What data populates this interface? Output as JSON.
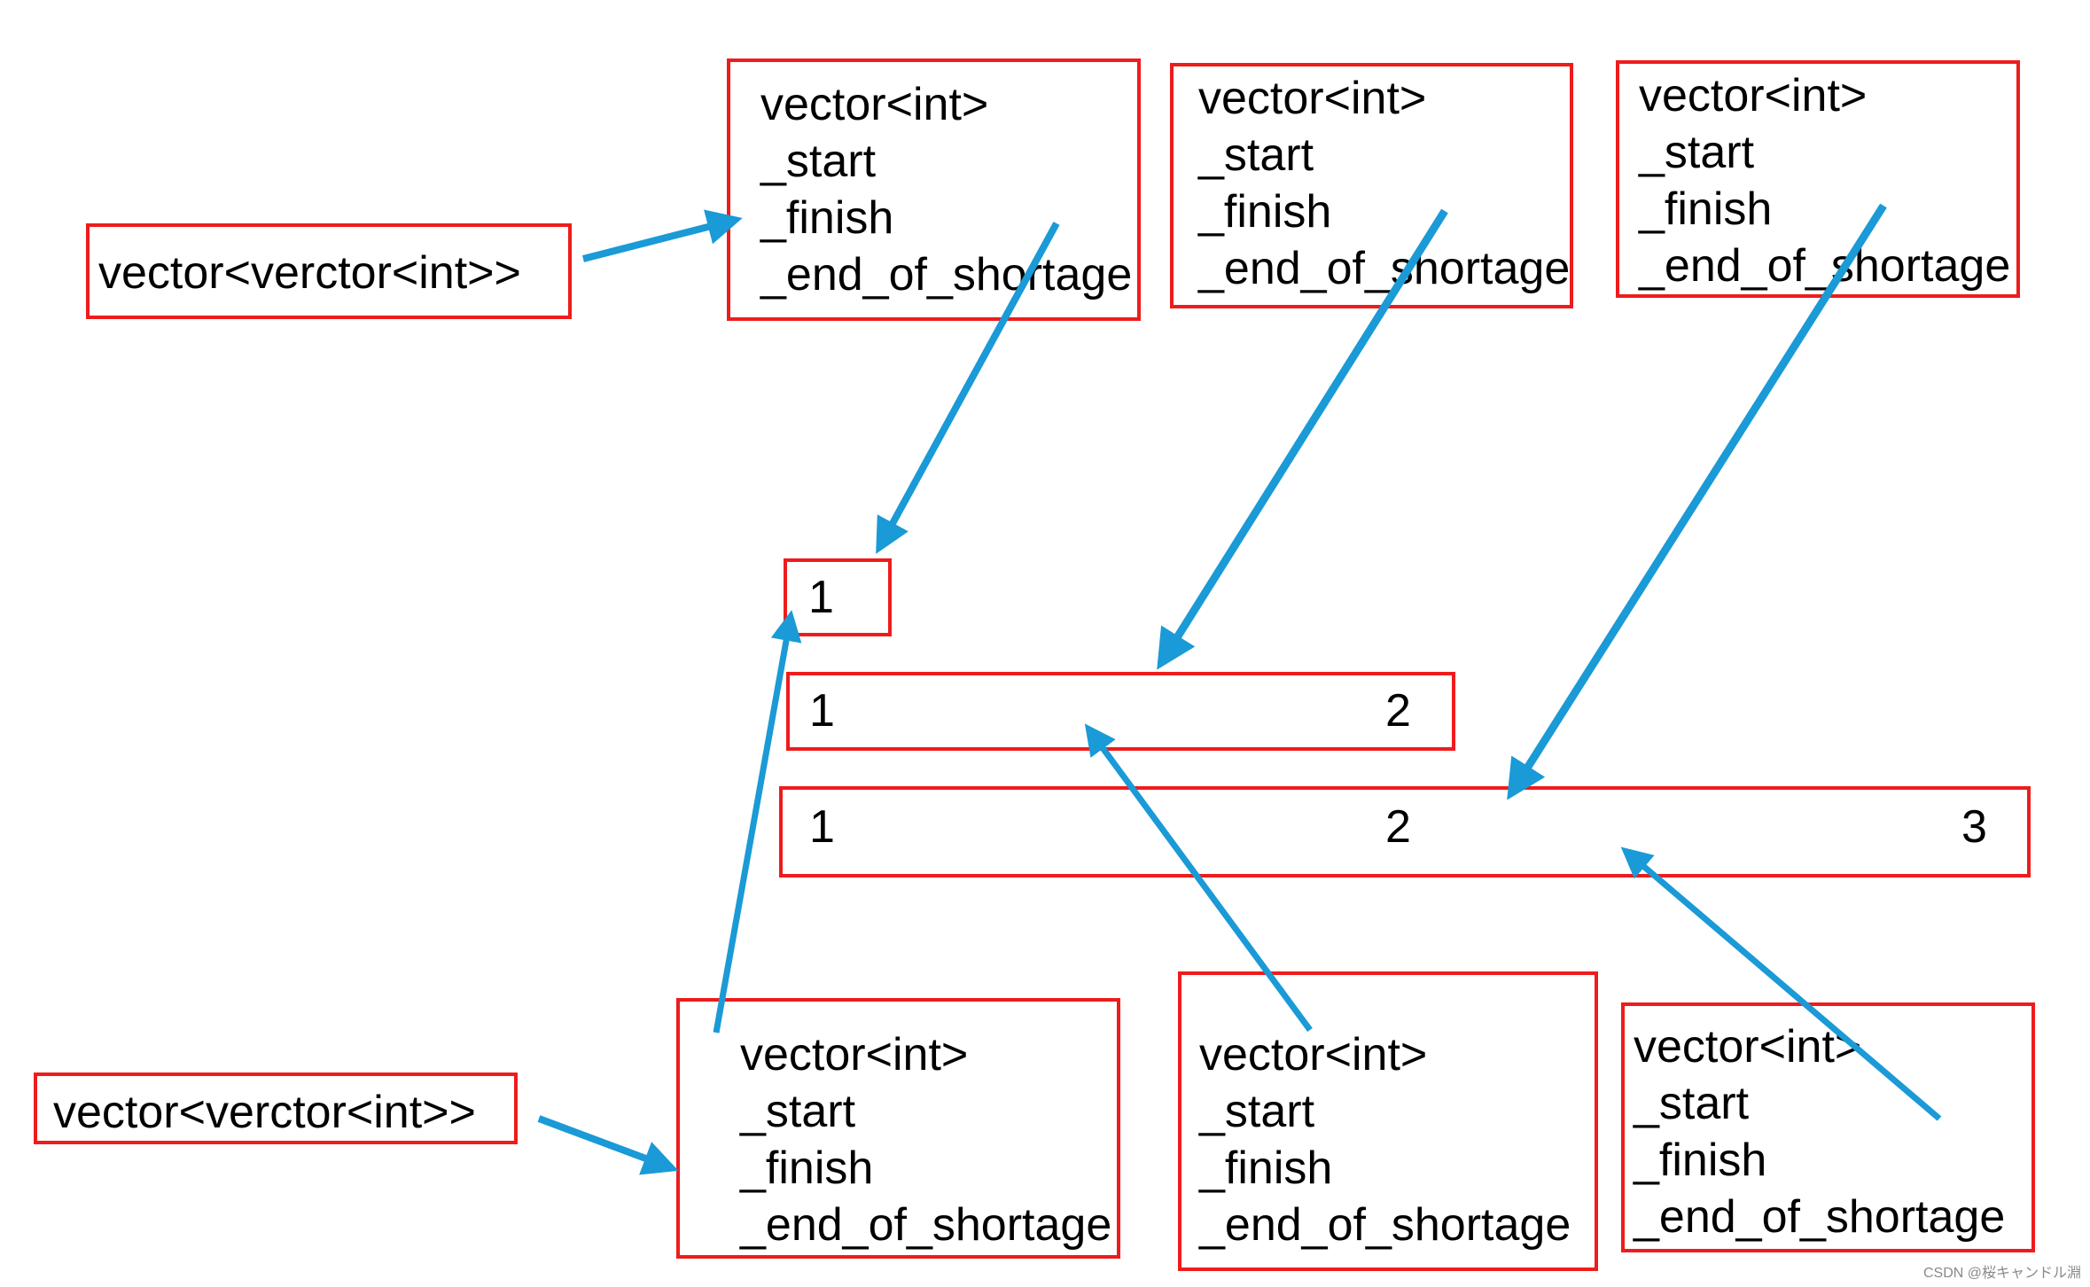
{
  "colors": {
    "box_border": "#ee1c1c",
    "arrow": "#1a9ad6",
    "text": "#000000"
  },
  "top": {
    "outer_label": "vector<verctor<int>>",
    "inner": [
      {
        "type": "vector<int>",
        "f1": "_start",
        "f2": "_finish",
        "f3": "_end_of_shortage"
      },
      {
        "type": "vector<int>",
        "f1": "_start",
        "f2": "_finish",
        "f3": "_end_of_shortage"
      },
      {
        "type": "vector<int>",
        "f1": "_start",
        "f2": "_finish",
        "f3": "_end_of_shortage"
      }
    ]
  },
  "arrays": [
    [
      "1"
    ],
    [
      "1",
      "2"
    ],
    [
      "1",
      "2",
      "3"
    ]
  ],
  "bottom": {
    "outer_label": "vector<verctor<int>>",
    "inner": [
      {
        "type": "vector<int>",
        "f1": "_start",
        "f2": "_finish",
        "f3": "_end_of_shortage"
      },
      {
        "type": "vector<int>",
        "f1": "_start",
        "f2": "_finish",
        "f3": "_end_of_shortage"
      },
      {
        "type": "vector<int>",
        "f1": "_start",
        "f2": "_finish",
        "f3": "_end_of_shortage"
      }
    ]
  },
  "watermark": "CSDN @桜キャンドル淵"
}
